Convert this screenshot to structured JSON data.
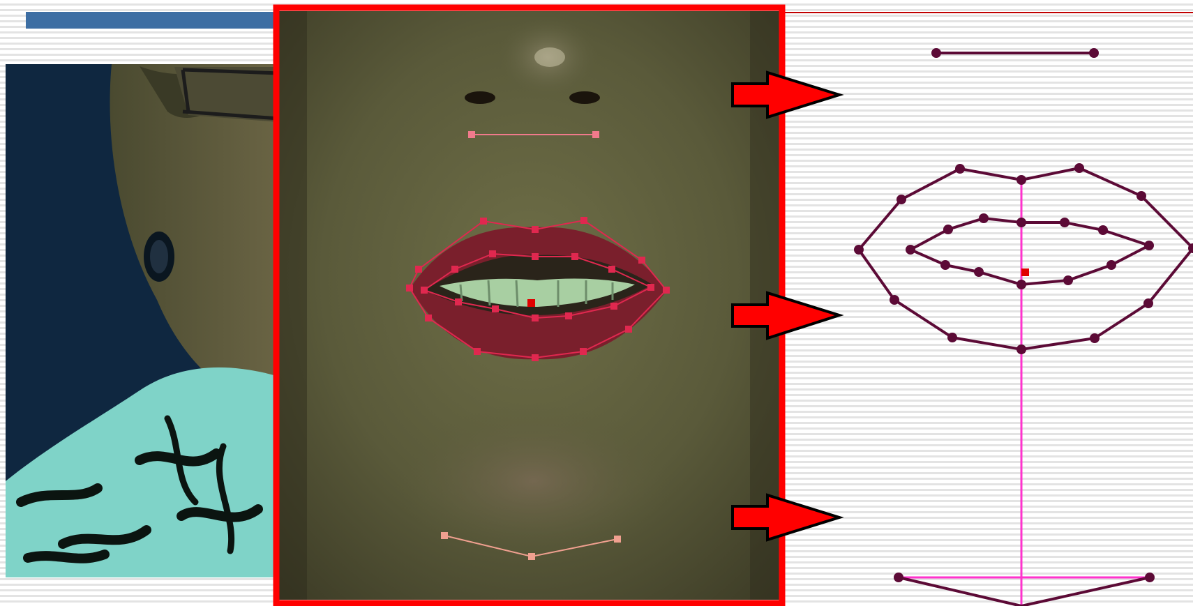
{
  "colors": {
    "slide_background": "#ffffff",
    "background_stripes": "#e3e3e3",
    "title_bar": "#3d6ea3",
    "title_rule": "#c00000",
    "frame_border": "#ff0000",
    "arrow_fill": "#ff0000",
    "arrow_outline": "#000000",
    "landmark_overlay": "#e0284f",
    "model_line": "#5c0a36",
    "model_node": "#5c0a36",
    "axis_line": "#ff33cc",
    "mouth_center_marker": "#e00000"
  },
  "images": {
    "face_photo": {
      "icon": "face-photo-image"
    },
    "mouth_closeup": {
      "icon": "mouth-closeup-image"
    }
  },
  "arrows": [
    {
      "icon": "right-arrow-icon",
      "points_to": "nose-baseline"
    },
    {
      "icon": "right-arrow-icon",
      "points_to": "lip-contours"
    },
    {
      "icon": "right-arrow-icon",
      "points_to": "chin-line"
    }
  ]
}
